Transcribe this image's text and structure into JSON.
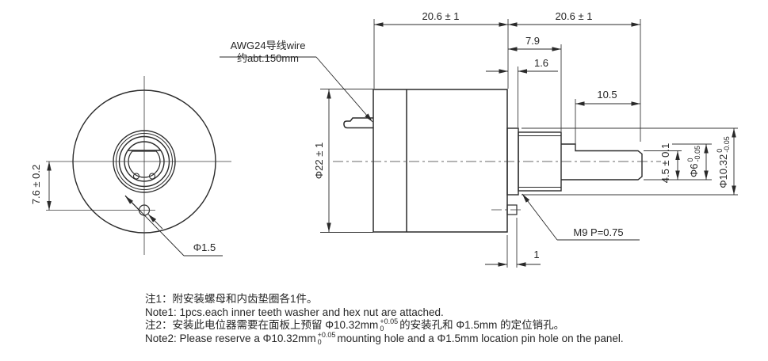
{
  "colors": {
    "line": "#2a2a2a",
    "thin_line": "#3a3a3a",
    "text": "#262626",
    "background": "#ffffff"
  },
  "front_view": {
    "pin_offset_dim": "7.6 ± 0.2",
    "pin_dia_label": "Φ1.5"
  },
  "side_view": {
    "wire_label_line1": "AWG24导线wire",
    "wire_label_line2": "约abt.150mm",
    "body_length_dim": "20.6 ± 1",
    "shaft_length_dim": "20.6 ± 1",
    "bushing_length_dim": "7.9",
    "flange_thickness_dim": "1.6",
    "flat_length_dim": "10.5",
    "body_dia_dim": "Φ22 ± 1",
    "flat_height_dim": "4.5 ± 0.1",
    "shaft_dia": {
      "value": "Φ6",
      "tol_upper": "0",
      "tol_lower": "-0.05"
    },
    "bushing_dia": {
      "value": "Φ10.32",
      "tol_upper": "0",
      "tol_lower": "-0.05"
    },
    "thread_label": "M9 P=0.75",
    "pin_protrusion_dim": "1"
  },
  "notes": {
    "note1_cn": "注1：附安装螺母和内齿垫圈各1件。",
    "note1_en": "Note1: 1pcs.each inner teeth washer and hex nut are attached.",
    "note2_cn": {
      "prefix": "注2：安装此电位器需要在面板上预留 Φ10.32mm",
      "tol_upper": "+0.05",
      "tol_lower": "0",
      "suffix": "的安装孔和 Φ1.5mm 的定位销孔。"
    },
    "note2_en": {
      "prefix": "Note2: Please reserve a Φ10.32mm",
      "tol_upper": "+0.05",
      "tol_lower": "0",
      "suffix": "mounting hole and a Φ1.5mm location pin hole on the panel."
    }
  }
}
